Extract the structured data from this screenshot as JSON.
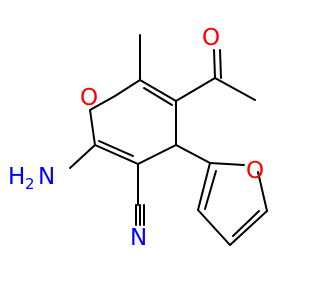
{
  "molecule": {
    "atoms": {
      "ring_oxygen": "O",
      "carbonyl_oxygen": "O",
      "furan_oxygen": "O",
      "nitrile_nitrogen": "N",
      "amine_h": "H",
      "amine_subscript": "2",
      "amine_n": "N"
    },
    "colors": {
      "bond": "#000000",
      "oxygen": "#ff0000",
      "nitrogen": "#0000ff"
    }
  }
}
